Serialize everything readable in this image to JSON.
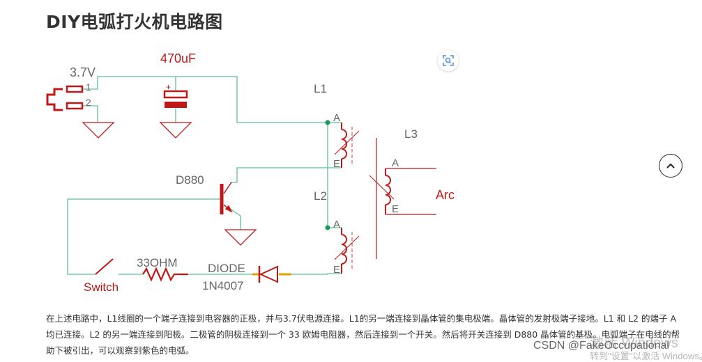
{
  "page": {
    "title": "DIY电弧打火机电路图"
  },
  "circuit": {
    "labels": {
      "voltage": "3.7V",
      "pin1": "1",
      "pin2": "2",
      "capacitor": "470uF",
      "cap_plus": "+",
      "l1": "L1",
      "l2": "L2",
      "l3": "L3",
      "transistor": "D880",
      "resistor": "33OHM",
      "switch": "Switch",
      "diode": "DIODE",
      "diode_part": "1N4007",
      "arc": "Arc",
      "l1_a": "A",
      "l1_e": "E",
      "l2_a": "A",
      "l2_e": "E",
      "l3_a": "A",
      "l3_e": "E"
    },
    "colors": {
      "wire": "#5fbf9a",
      "component": "#c01818",
      "label_gray": "#666666",
      "label_red": "#c01818",
      "node": "#1a9a5a",
      "core_dash": "#e06060"
    }
  },
  "description": {
    "text": "在上述电路中，L1线圈的一个端子连接到电容器的正极，并与3.7伏电源连接。L1的另一端连接到晶体管的集电极端。晶体管的发射极端子接地。L1 和 L2 的端子 A 均已连接。L2 的另一端连接到阳极。二极管的阴极连接到一个 33 欧姆电阻器，然后连接到一个开关。然后将开关连接到 D880 晶体管的基极。电弧端子在电线的帮助下被引出，可以观察到紫色的电弧。"
  },
  "watermark": {
    "csdn": "CSDN @FakeOccupational",
    "windows_line1": "激活 Windows",
    "windows_line2": "转到\"设置\"以激活 Windows。"
  },
  "icons": {
    "zoom": "scan-zoom-icon",
    "scroll_top": "chevron-up-icon"
  }
}
